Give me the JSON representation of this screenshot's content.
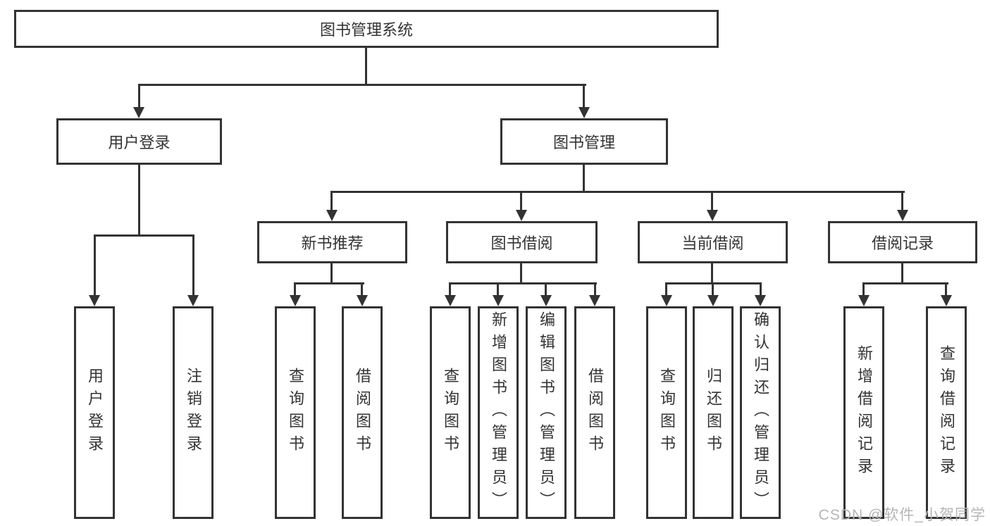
{
  "diagram": {
    "root": {
      "label": "图书管理系统",
      "children": {
        "user_login": {
          "label": "用户登录",
          "leaves": {
            "login": "用户登录",
            "logout": "注销登录"
          }
        },
        "book_management": {
          "label": "图书管理",
          "children": {
            "new_book_recommend": {
              "label": "新书推荐",
              "leaves": {
                "query": "查询图书",
                "borrow": "借阅图书"
              }
            },
            "book_borrowing": {
              "label": "图书借阅",
              "leaves": {
                "query": "查询图书",
                "add": "新增图书（管理员）",
                "edit": "编辑图书（管理员）",
                "borrow": "借阅图书"
              }
            },
            "current_borrowing": {
              "label": "当前借阅",
              "leaves": {
                "query": "查询图书",
                "return": "归还图书",
                "confirm": "确认归还（管理员）"
              }
            },
            "borrowing_records": {
              "label": "借阅记录",
              "leaves": {
                "add": "新增借阅记录",
                "query": "查询借阅记录"
              }
            }
          }
        }
      }
    }
  },
  "watermark": {
    "text": "CSDN @软件_小贺同学"
  },
  "colors": {
    "line": "#333333",
    "text": "#333333",
    "background": "#ffffff",
    "watermark": "#b5b5b5"
  }
}
